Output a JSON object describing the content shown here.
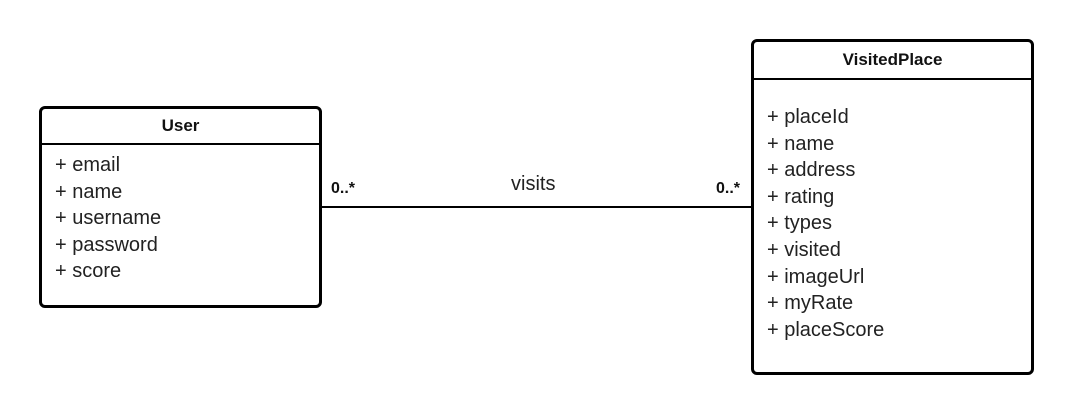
{
  "classes": {
    "user": {
      "name": "User",
      "attributes": [
        "+ email",
        "+ name",
        "+ username",
        "+ password",
        "+ score"
      ]
    },
    "visited_place": {
      "name": "VisitedPlace",
      "attributes": [
        "+ placeId",
        "+ name",
        "+ address",
        "+ rating",
        "+ types",
        "+ visited",
        "+ imageUrl",
        "+ myRate",
        "+ placeScore"
      ]
    }
  },
  "association": {
    "label": "visits",
    "user_multiplicity": "0..*",
    "place_multiplicity": "0..*"
  }
}
